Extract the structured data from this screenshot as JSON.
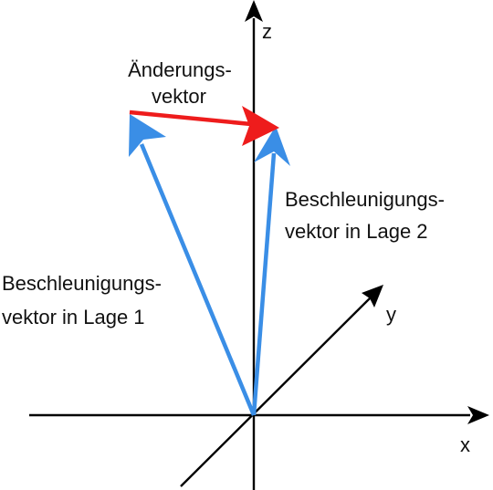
{
  "axes": {
    "x_label": "x",
    "y_label": "y",
    "z_label": "z"
  },
  "labels": {
    "change_vector_line1": "Änderungs-",
    "change_vector_line2": "vektor",
    "vector2_line1": "Beschleunigungs-",
    "vector2_line2": "vektor in Lage 2",
    "vector1_line1": "Beschleunigungs-",
    "vector1_line2": "vektor in Lage 1"
  },
  "colors": {
    "axis": "#000000",
    "acceleration_vector": "#3a8ee6",
    "change_vector": "#ee1c1c"
  }
}
